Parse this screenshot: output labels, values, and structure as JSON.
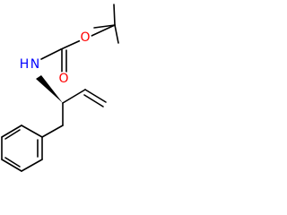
{
  "structure": {
    "atoms": {
      "O_ether": "O",
      "O_carbonyl": "O",
      "N_amine": "N",
      "H_amine": "H"
    },
    "colors": {
      "bond": "#000000",
      "oxygen": "#ff0000",
      "nitrogen": "#0000ff",
      "background": "#ffffff"
    }
  }
}
